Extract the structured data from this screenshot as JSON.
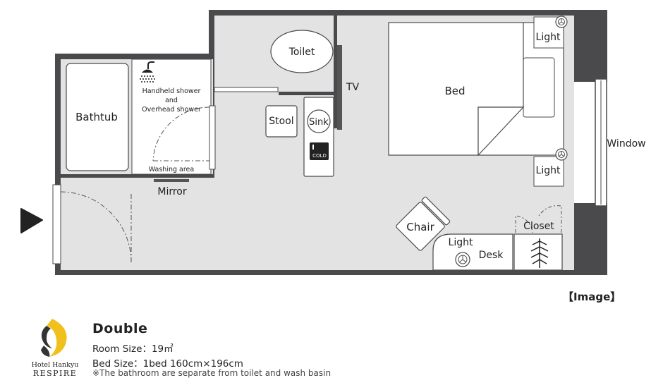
{
  "labels": {
    "toilet": "Toilet",
    "tv": "TV",
    "bed": "Bed",
    "light_top": "Light",
    "light_mid": "Light",
    "light_desk": "Light",
    "window": "Window",
    "bathtub": "Bathtub",
    "shower_line1": "Handheld shower",
    "shower_line2": "and",
    "shower_line3": "Overhead shower",
    "washing_area": "Washing area",
    "stool": "Stool",
    "sink": "Sink",
    "fridge": "COLD",
    "mirror": "Mirror",
    "chair": "Chair",
    "desk": "Desk",
    "closet": "Closet"
  },
  "image_tag": "【Image】",
  "room": {
    "type": "Double",
    "size": "Room Size：19㎡",
    "bed": "Bed Size：1bed 160cm×196cm",
    "note": "※The bathroom are separate from toilet and wash basin"
  },
  "logo": {
    "line1": "Hotel Hankyu",
    "line2": "RESPIRE"
  },
  "colors": {
    "wall": "#4a4a4c",
    "floor": "#e3e3e4",
    "furniture": "#ffffff",
    "logo_yellow": "#f2c01d"
  }
}
